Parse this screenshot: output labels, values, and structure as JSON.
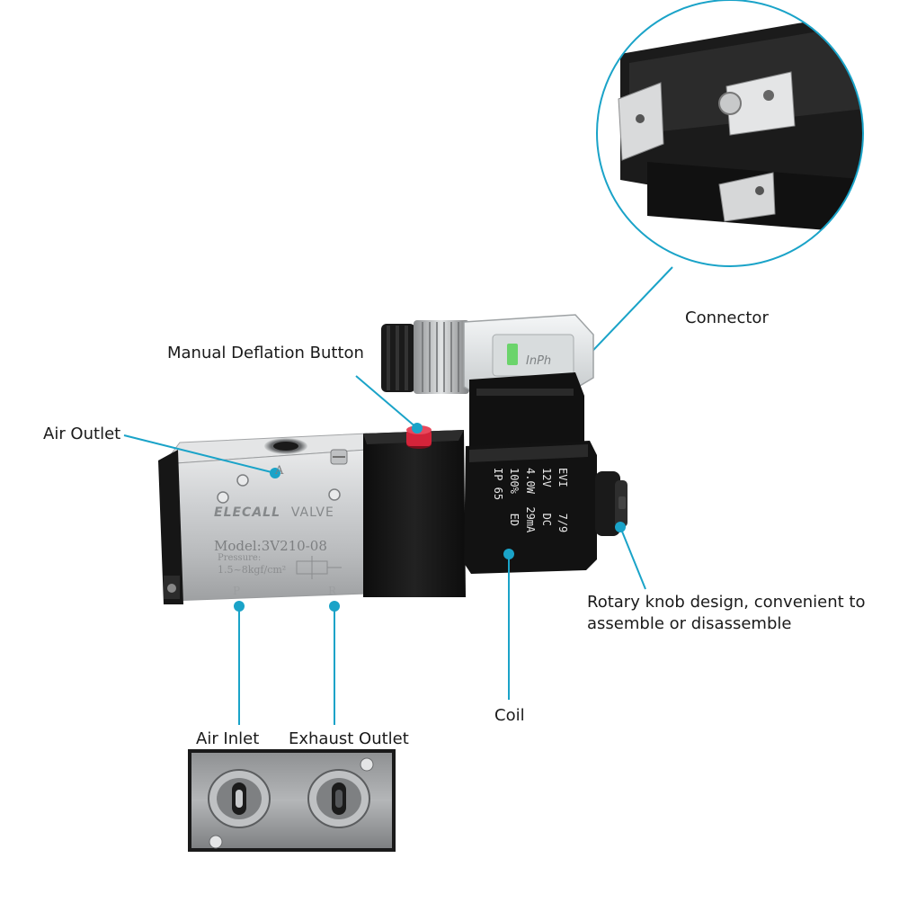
{
  "labels": {
    "connector": "Connector",
    "manual_deflation_button": "Manual Deflation Button",
    "air_outlet": "Air Outlet",
    "rotary_knob": "Rotary knob design, convenient to assemble or disassemble",
    "coil": "Coil",
    "air_inlet": "Air Inlet",
    "exhaust_outlet": "Exhaust Outlet"
  },
  "valve_body": {
    "brand": "ELECALL",
    "brand_suffix": "VALVE",
    "model": "Model:3V210-08",
    "pressure_label": "Pressure:",
    "pressure_value": "1.5~8kgf/cm²",
    "port_a": "A",
    "port_p": "P",
    "port_r": "R"
  },
  "coil_specs": {
    "line1": "EVI    7/9",
    "line2": "12V    DC",
    "line3": "4.0W  29mA",
    "line4": "100%   ED",
    "line5": "IP 65"
  },
  "colors": {
    "callout_line": "#1aa3c8",
    "body_silver": "#c9cbcd",
    "coil_black": "#161616",
    "button_red": "#d4243a"
  },
  "icons": {
    "callout_dot": "callout-dot-icon"
  }
}
